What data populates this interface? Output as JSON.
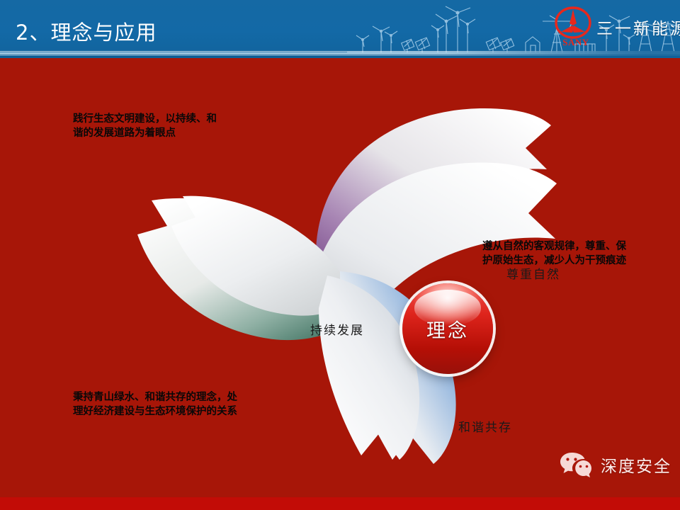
{
  "header": {
    "title": "2、理念与应用",
    "bg_color": "#1369A6",
    "skyline_icon": "wind-farm-skyline",
    "logo": {
      "emblem_icon": "sany-triangle-emblem",
      "emblem_color": "#E8281C",
      "brand_cn": "三一新能源",
      "brand_en": "SANY"
    }
  },
  "slide": {
    "bg_color": "#A71608",
    "diagram": {
      "hub_label": "理念",
      "hub_color": "#D21F16",
      "blades": [
        {
          "label": "尊重自然",
          "accent_color": "#7B4A8C",
          "position": "top-right"
        },
        {
          "label": "持续发展",
          "accent_color": "#4E7F6B",
          "position": "left"
        },
        {
          "label": "和谐共存",
          "accent_color": "#5B8FCC",
          "position": "bottom"
        }
      ]
    },
    "notes": [
      {
        "id": "note-top-left",
        "text": "践行生态文明建设，以持续、和谐的发展道路为着眼点"
      },
      {
        "id": "note-right",
        "text": "遵从自然的客观规律，尊重、保护原始生态，减少人为干预痕迹"
      },
      {
        "id": "note-bottom-left",
        "text": "秉持青山绿水、和谐共存的理念，处理好经济建设与生态环境保护的关系"
      }
    ]
  },
  "footer": {
    "watermark_icon": "wechat-icon",
    "watermark_text": "深度安全",
    "strip_color": "#C20C06"
  }
}
